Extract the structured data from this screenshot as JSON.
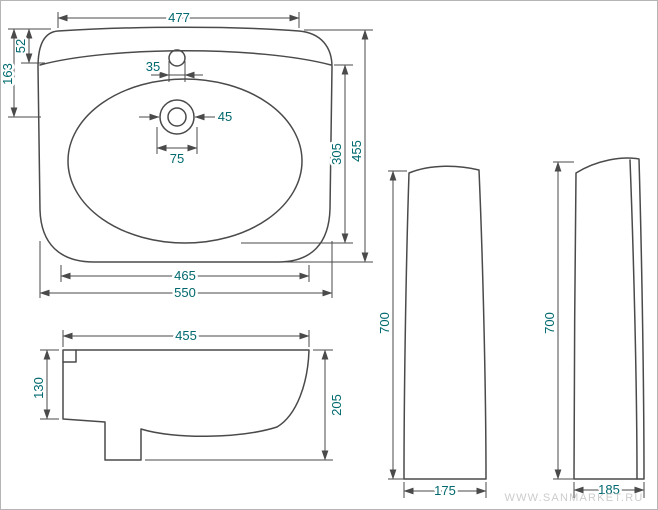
{
  "watermark": "WWW.SANMARKET.RU",
  "colors": {
    "line": "#4a4a4a",
    "dimension_text": "#00696e",
    "background": "#ffffff",
    "watermark_text": "#cccccc"
  },
  "top_view": {
    "width_top": "477",
    "back_rim_offset": "52",
    "faucet_center_depth": "163",
    "faucet_hole_diameter": "35",
    "drain_diameter": "45",
    "drain_span": "75",
    "basin_depth": "305",
    "overall_depth": "455",
    "inner_width": "465",
    "overall_width": "550"
  },
  "side_view": {
    "depth": "455",
    "back_height": "130",
    "overall_height": "205"
  },
  "pedestal_front_view": {
    "height": "700",
    "width": "175"
  },
  "pedestal_side_view": {
    "height": "700",
    "depth": "185"
  }
}
